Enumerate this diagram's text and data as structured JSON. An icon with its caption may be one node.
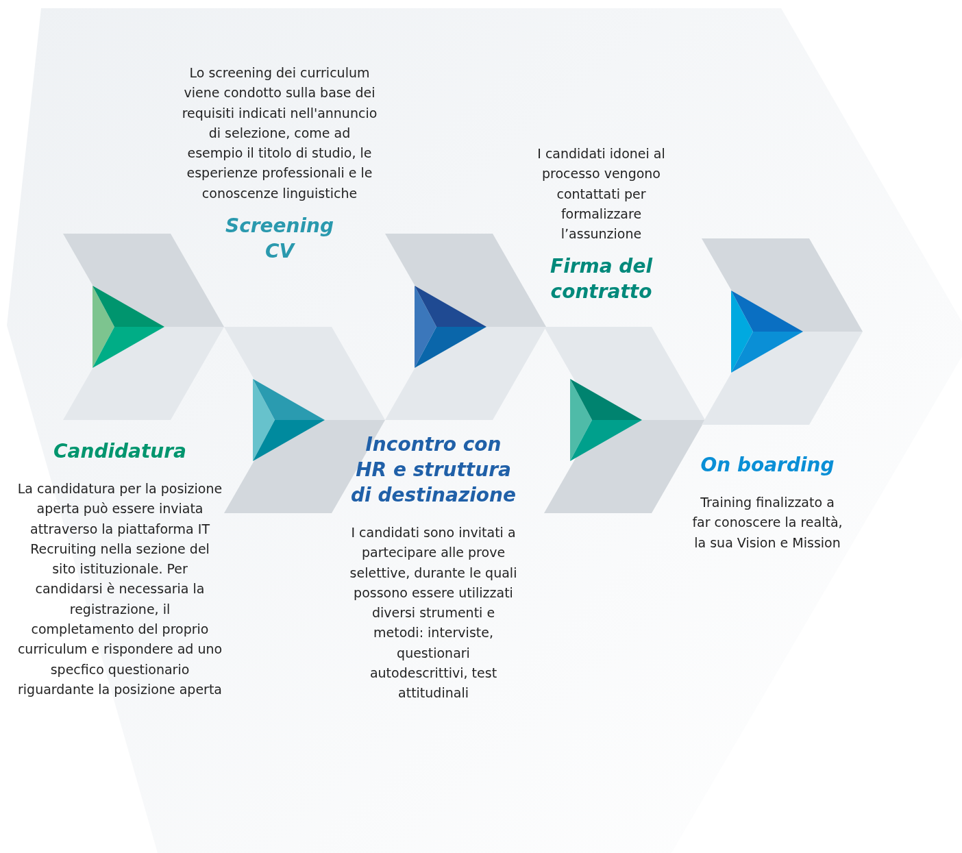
{
  "diagram": {
    "nodes": [
      {
        "text": [
          "Candidatura",
          "La candidatura per la posizione aperta può essere inviata attraverso la piattaforma IT Recruiting nella sezione del sito istituzionale. Per candidarsi è necessaria la registrazione, il completamento del proprio curriculum e rispondere ad uno specfico questionario riguardante la posizione aperta"
        ]
      },
      {
        "text": [
          "Lo screening dei curriculum viene condotto sulla base dei requisiti indicati nell'annuncio di selezione, come ad esempio il titolo di studio, le esperienze professionali e le conoscenze linguistiche",
          "Screening CV"
        ]
      },
      {
        "text": [
          "Incontro con HR e struttura di destinazione",
          "I candidati sono invitati a partecipare alle prove selettive, durante le quali possono essere utilizzati diversi strumenti e metodi: interviste, questionari autodescrittivi, test attitudinali"
        ]
      },
      {
        "text": [
          "I candidati idonei al processo vengono contattati per formalizzare l’assunzione",
          "Firma del contratto"
        ]
      },
      {
        "text": [
          "On boarding",
          "Training finalizzato a far conoscere la realtà, la sua Vision e Mission"
        ]
      }
    ]
  }
}
